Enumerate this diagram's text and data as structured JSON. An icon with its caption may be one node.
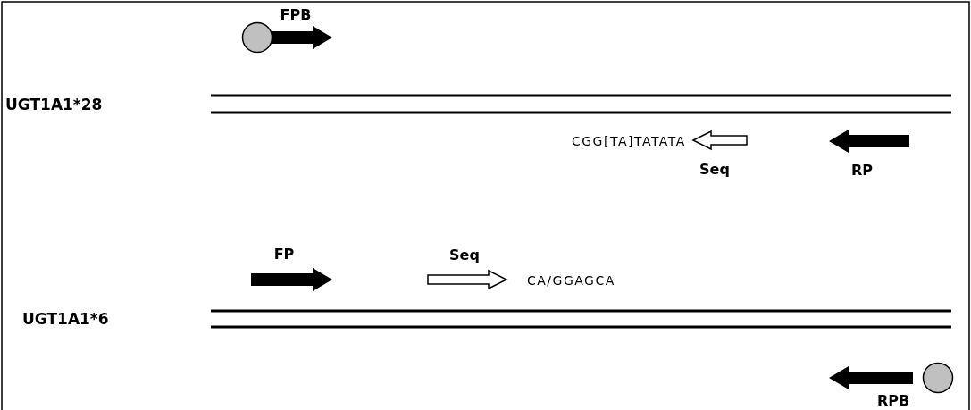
{
  "diagram": {
    "nodes": [
      {
        "text": [
          "FPB"
        ]
      },
      {
        "text": [
          "Seq"
        ]
      },
      {
        "text": [
          "RP"
        ]
      },
      {
        "text": [
          "FP"
        ]
      },
      {
        "text": [
          "Seq"
        ]
      },
      {
        "text": [
          "RPB"
        ]
      }
    ],
    "labels": [
      "UGT1A1*28",
      "CGG[TA]TATATA",
      "UGT1A1*6",
      "CA/GGAGCA"
    ]
  }
}
